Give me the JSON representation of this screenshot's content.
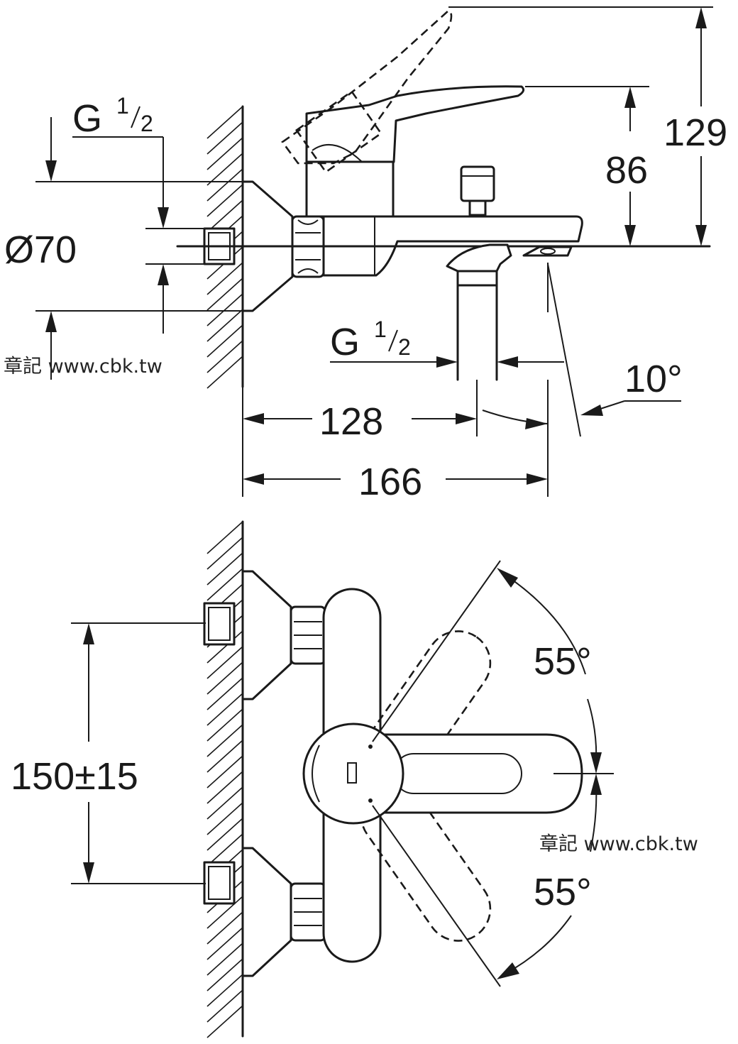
{
  "side_view": {
    "thread_top": {
      "letter": "G",
      "num": "1",
      "den": "2"
    },
    "diameter_label": "Ø70",
    "thread_bottom": {
      "letter": "G",
      "num": "1",
      "den": "2"
    },
    "dim_128": "128",
    "dim_166": "166",
    "dim_86": "86",
    "dim_129": "129",
    "angle_10": "10°"
  },
  "top_view": {
    "dim_150": "150±15",
    "angle_upper": "55°",
    "angle_lower": "55°"
  },
  "watermarks": {
    "wm_top": "章記 www.cbk.tw",
    "wm_bottom": "章記 www.cbk.tw"
  }
}
